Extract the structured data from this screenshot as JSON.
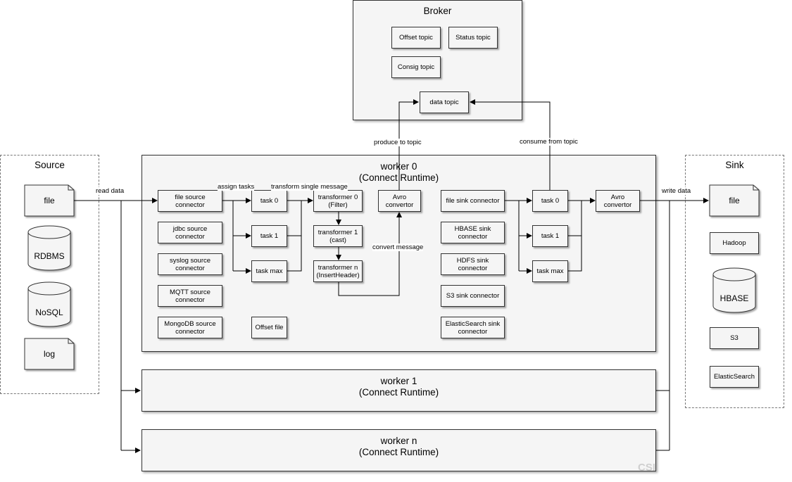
{
  "broker": {
    "title": "Broker",
    "offset_topic": "Offset topic",
    "status_topic": "Status topic",
    "config_topic": "Consig topic",
    "data_topic": "data topic"
  },
  "source": {
    "title": "Source",
    "items": [
      "file",
      "RDBMS",
      "NoSQL",
      "log"
    ]
  },
  "sink": {
    "title": "Sink",
    "items": [
      "file",
      "Hadoop",
      "HBASE",
      "S3",
      "ElasticSearch"
    ]
  },
  "workers": [
    {
      "title": "worker 0\n(Connect Runtime)"
    },
    {
      "title": "worker 1\n(Connect Runtime)"
    },
    {
      "title": "worker n\n(Connect Runtime)"
    }
  ],
  "source_connectors": [
    "file source\nconnector",
    "jdbc source\nconnector",
    "syslog source\nconnector",
    "MQTT source\nconnector",
    "MongoDB source\nconnector"
  ],
  "source_tasks": [
    "task 0",
    "task 1",
    "task max"
  ],
  "transformers": [
    "transformer 0\n(Filter)",
    "transformer 1\n(cast)",
    "transformer n\n(InsertHeader)"
  ],
  "offset_file": "Offset file",
  "avro_source": "Avro\nconvertor",
  "sink_connectors": [
    "file sink connector",
    "HBASE sink\nconnector",
    "HDFS sink\nconnector",
    "S3 sink connector",
    "ElasticSearch sink\nconnector"
  ],
  "sink_tasks": [
    "task 0",
    "task 1",
    "task max"
  ],
  "avro_sink": "Avro\nconvertor",
  "labels": {
    "read_data": "read data",
    "assign_tasks": "assign tasks",
    "transform_single": "transform single message",
    "produce_to_topic": "produce to topic",
    "consume_from_topic": "consume from topic",
    "convert_message": "convert message",
    "write_data": "write data"
  },
  "watermark": "CSI"
}
